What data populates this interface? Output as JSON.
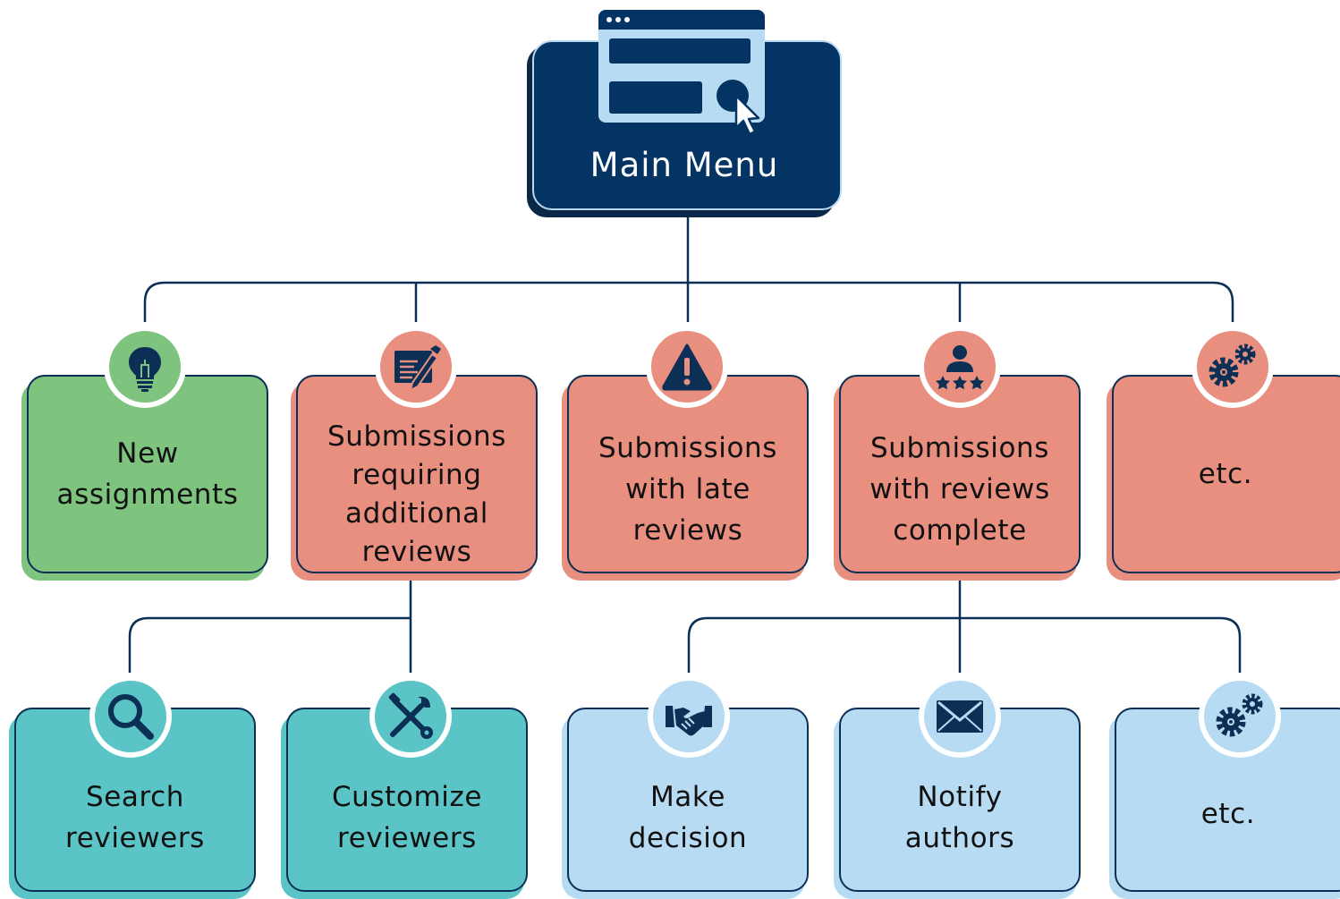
{
  "root": {
    "label": "Main Menu",
    "icon": "browser-window-click-icon"
  },
  "level1": [
    {
      "label": "New\nassignments",
      "icon": "lightbulb-icon",
      "color": "#7ec47e"
    },
    {
      "label": "Submissions\nrequiring\nadditional\nreviews",
      "icon": "edit-document-icon",
      "color": "#e88f80"
    },
    {
      "label": "Submissions\nwith late\nreviews",
      "icon": "warning-icon",
      "color": "#e88f80"
    },
    {
      "label": "Submissions\nwith reviews\ncomplete",
      "icon": "user-rating-icon",
      "color": "#e88f80"
    },
    {
      "label": "etc.",
      "icon": "gears-icon",
      "color": "#e88f80"
    }
  ],
  "level2": [
    {
      "label": "Search\nreviewers",
      "icon": "magnifier-icon",
      "color": "#5ac4c6"
    },
    {
      "label": "Customize\nreviewers",
      "icon": "tools-icon",
      "color": "#5ac4c6"
    },
    {
      "label": "Make\ndecision",
      "icon": "handshake-icon",
      "color": "#b7dbf2"
    },
    {
      "label": "Notify\nauthors",
      "icon": "envelope-icon",
      "color": "#b7dbf2"
    },
    {
      "label": "etc.",
      "icon": "gears-icon",
      "color": "#b7dbf2"
    }
  ],
  "colors": {
    "navy": "#0c2f55",
    "main_fill": "#033463",
    "green": "#7ec47e",
    "salmon": "#e88f80",
    "teal": "#5ac4c6",
    "light_blue": "#b7dbf2"
  }
}
